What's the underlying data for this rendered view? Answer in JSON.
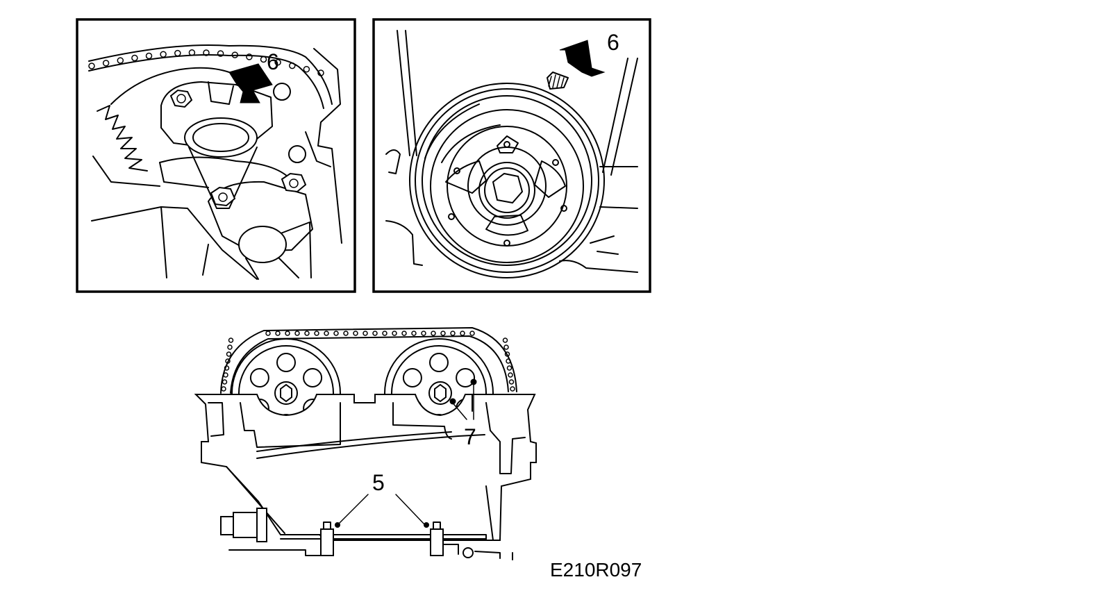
{
  "callouts": {
    "top_left": "6",
    "top_right": "6",
    "middle": "7",
    "bottom": "5"
  },
  "figure_code": "E210R097",
  "colors": {
    "ink": "#000000",
    "paper": "#ffffff"
  }
}
